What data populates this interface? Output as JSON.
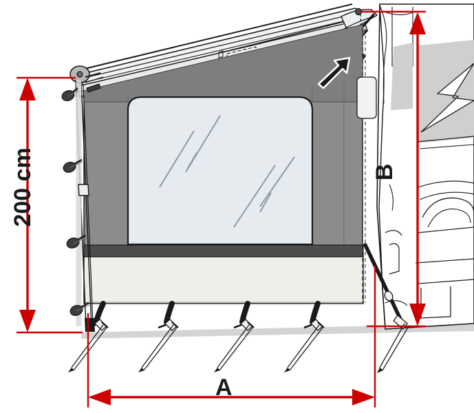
{
  "diagram": {
    "title": "Caravan awning side panel dimension diagram",
    "subject": "awning-side-panel",
    "background_color": "#ffffff"
  },
  "dimensions": {
    "height": {
      "label": "200 cm",
      "orientation": "vertical",
      "arrow_style": "double-headed",
      "color": "#cc0000",
      "name": "panel-height-dimension"
    },
    "width": {
      "label": "A",
      "orientation": "horizontal",
      "arrow_style": "double-headed",
      "color": "#cc0000",
      "name": "projection-dimension"
    },
    "mounting_height": {
      "label": "B",
      "orientation": "vertical",
      "arrow_style": "double-headed",
      "color": "#cc0000",
      "name": "mounting-height-dimension"
    }
  },
  "colors": {
    "dimension_red": "#cc0000",
    "outline": "#1a1a1a",
    "panel_grey": "#8c8c8c",
    "panel_grey_dark": "#7a7a7a",
    "band_dark": "#4d4d4d",
    "window_glass": "#e6ebf0",
    "lower_panel": "#efeee9",
    "rail_light": "#e9e9e9",
    "ground": "#d4d4d4",
    "vehicle_body": "#ffffff",
    "vehicle_trim": "#cfcfcf",
    "pole_metal": "#bdbdbd"
  },
  "parts": {
    "awning_rail": "roller-rail",
    "vertical_pole": "support-pole",
    "pole_knobs": 4,
    "window": "clear-view-window",
    "window_reflections": 4,
    "tension_straps": 4,
    "ground_pegs": 5,
    "guy_rope": "corner-guy-rope",
    "zipper": "vertical-zipper",
    "callout_arrow": "attachment-point-arrow",
    "vehicle": "motorhome-body"
  }
}
